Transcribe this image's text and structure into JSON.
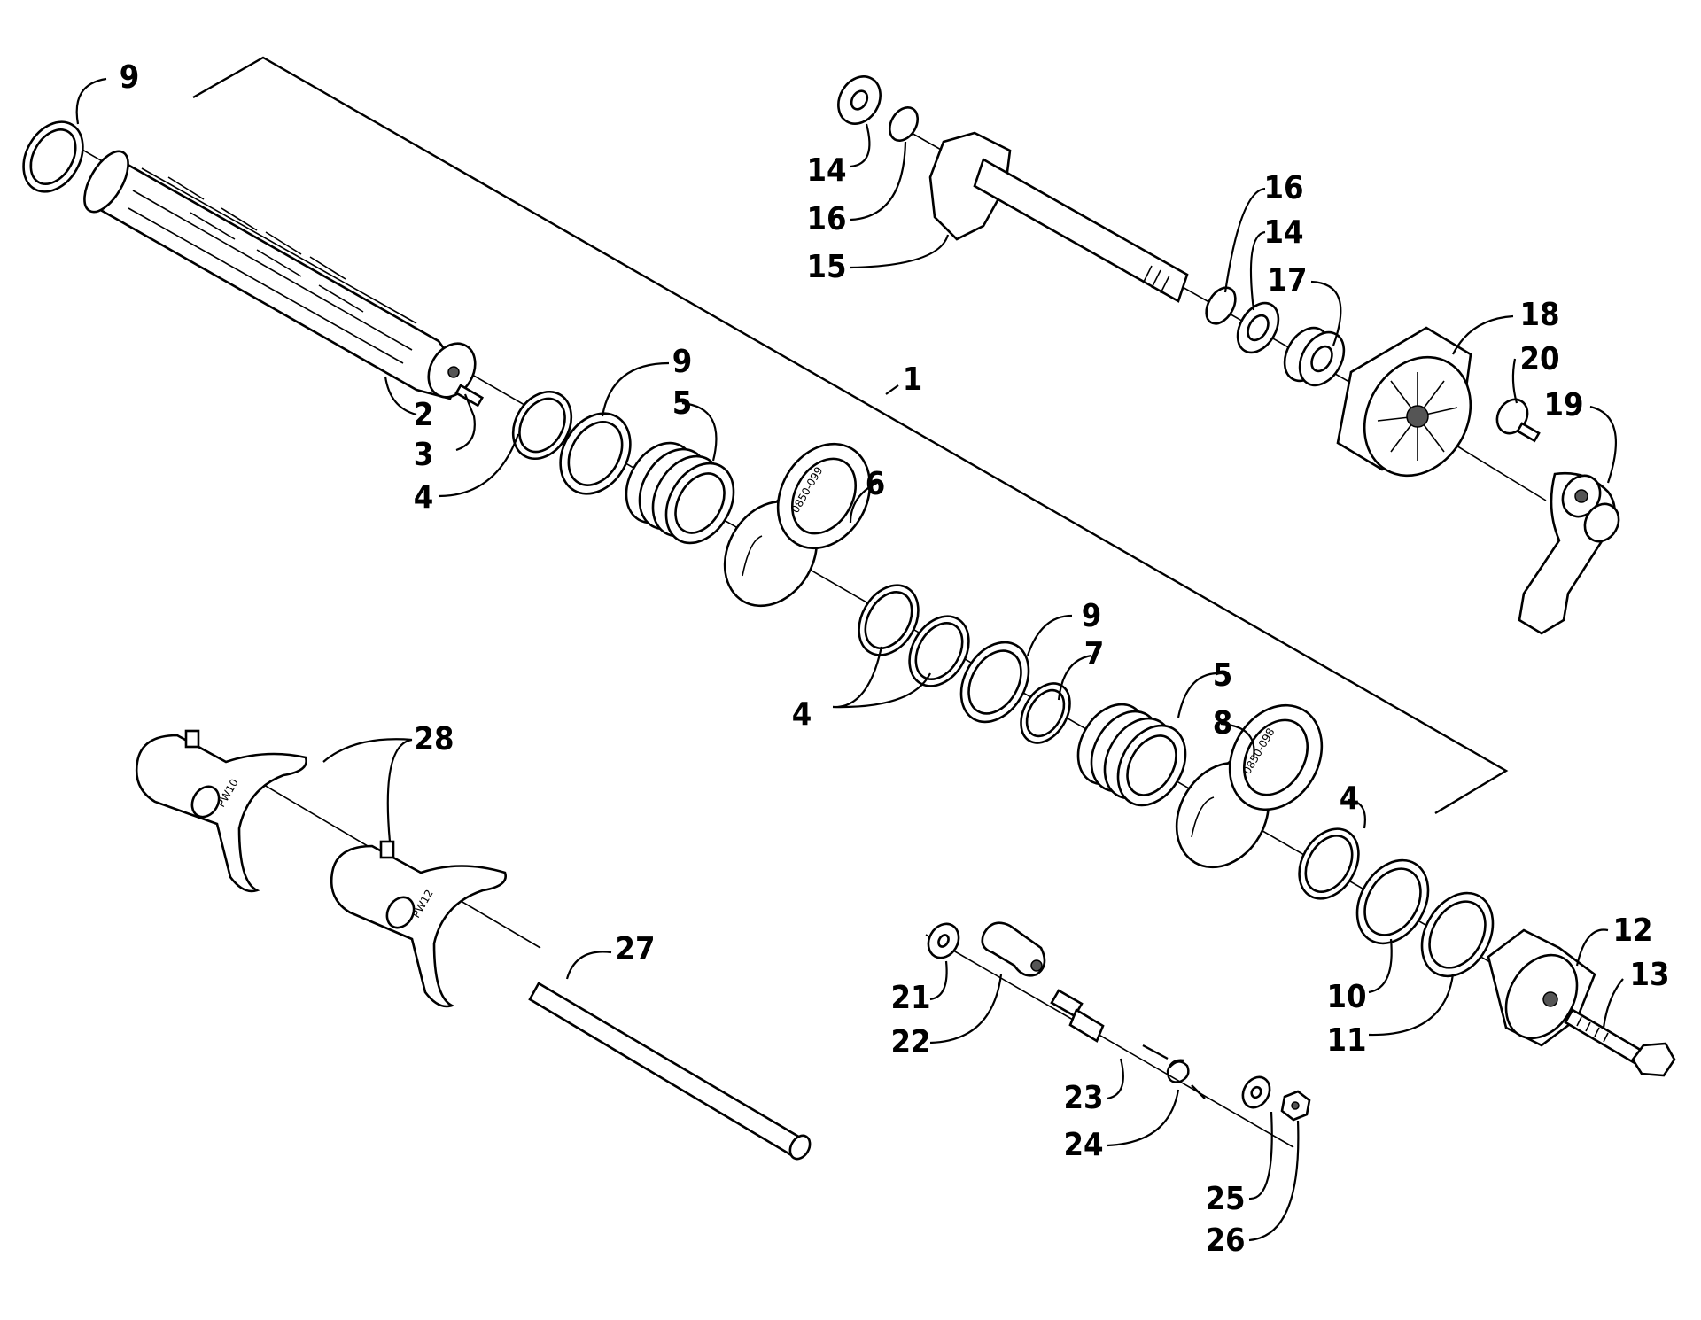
{
  "callouts": {
    "c1": "1",
    "c2": "2",
    "c3": "3",
    "c4a": "4",
    "c4b": "4",
    "c4c": "4",
    "c5a": "5",
    "c5b": "5",
    "c6": "6",
    "c7": "7",
    "c8": "8",
    "c9a": "9",
    "c9b": "9",
    "c9c": "9",
    "c10": "10",
    "c11": "11",
    "c12": "12",
    "c13": "13",
    "c14a": "14",
    "c14b": "14",
    "c15": "15",
    "c16a": "16",
    "c16b": "16",
    "c17": "17",
    "c18": "18",
    "c19": "19",
    "c20": "20",
    "c21": "21",
    "c22": "22",
    "c23": "23",
    "c24": "24",
    "c25": "25",
    "c26": "26",
    "c27": "27",
    "c28": "28"
  },
  "stamps": {
    "cam_a": "0850-099",
    "cam_b": "0850-098",
    "fork_a": "PW10",
    "fork_b": "PW12"
  }
}
